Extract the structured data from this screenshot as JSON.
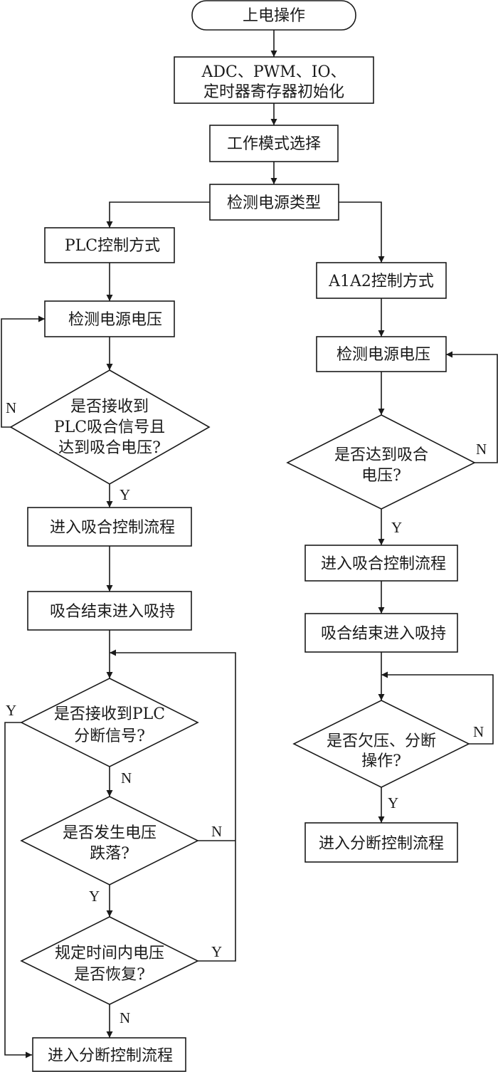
{
  "title": "上电操作流程图",
  "colors": {
    "stroke": "#1a1a1a",
    "background": "#ffffff"
  },
  "nodes": {
    "start": {
      "type": "terminator",
      "lines": [
        "上电操作"
      ]
    },
    "init": {
      "type": "process",
      "lines": [
        "ADC、PWM、IO、",
        "定时器寄存器初始化"
      ]
    },
    "mode_select": {
      "type": "process",
      "lines": [
        "工作模式选择"
      ]
    },
    "detect_power_type": {
      "type": "process",
      "lines": [
        "检测电源类型"
      ]
    },
    "plc_mode": {
      "type": "process",
      "lines": [
        "PLC控制方式"
      ]
    },
    "plc_detect_voltage": {
      "type": "process",
      "lines": [
        "检测电源电压"
      ]
    },
    "plc_pickup_decision": {
      "type": "decision",
      "lines": [
        "是否接收到",
        "PLC吸合信号且",
        "达到吸合电压?"
      ]
    },
    "plc_pickup_flow": {
      "type": "process",
      "lines": [
        "进入吸合控制流程"
      ]
    },
    "plc_hold": {
      "type": "process",
      "lines": [
        "吸合结束进入吸持"
      ]
    },
    "plc_break_signal_decision": {
      "type": "decision",
      "lines": [
        "是否接收到PLC",
        "分断信号?"
      ]
    },
    "voltage_drop_decision": {
      "type": "decision",
      "lines": [
        "是否发生电压",
        "跌落?"
      ]
    },
    "voltage_recover_decision": {
      "type": "decision",
      "lines": [
        "规定时间内电压",
        "是否恢复?"
      ]
    },
    "plc_break_flow": {
      "type": "process",
      "lines": [
        "进入分断控制流程"
      ]
    },
    "a1a2_mode": {
      "type": "process",
      "lines": [
        "A1A2控制方式"
      ]
    },
    "a1a2_detect_voltage": {
      "type": "process",
      "lines": [
        "检测电源电压"
      ]
    },
    "a1a2_pickup_decision": {
      "type": "decision",
      "lines": [
        "是否达到吸合",
        "电压?"
      ]
    },
    "a1a2_pickup_flow": {
      "type": "process",
      "lines": [
        "进入吸合控制流程"
      ]
    },
    "a1a2_hold": {
      "type": "process",
      "lines": [
        "吸合结束进入吸持"
      ]
    },
    "a1a2_break_decision": {
      "type": "decision",
      "lines": [
        "是否欠压、分断",
        "操作?"
      ]
    },
    "a1a2_break_flow": {
      "type": "process",
      "lines": [
        "进入分断控制流程"
      ]
    }
  },
  "edges": [
    {
      "from": "start",
      "to": "init",
      "label": ""
    },
    {
      "from": "init",
      "to": "mode_select",
      "label": ""
    },
    {
      "from": "mode_select",
      "to": "detect_power_type",
      "label": ""
    },
    {
      "from": "detect_power_type",
      "to": "plc_mode",
      "label": ""
    },
    {
      "from": "detect_power_type",
      "to": "a1a2_mode",
      "label": ""
    },
    {
      "from": "plc_mode",
      "to": "plc_detect_voltage",
      "label": ""
    },
    {
      "from": "plc_detect_voltage",
      "to": "plc_pickup_decision",
      "label": ""
    },
    {
      "from": "plc_pickup_decision",
      "to": "plc_detect_voltage",
      "label": "N"
    },
    {
      "from": "plc_pickup_decision",
      "to": "plc_pickup_flow",
      "label": "Y"
    },
    {
      "from": "plc_pickup_flow",
      "to": "plc_hold",
      "label": ""
    },
    {
      "from": "plc_hold",
      "to": "plc_break_signal_decision",
      "label": ""
    },
    {
      "from": "plc_break_signal_decision",
      "to": "plc_break_flow",
      "label": "Y"
    },
    {
      "from": "plc_break_signal_decision",
      "to": "voltage_drop_decision",
      "label": "N"
    },
    {
      "from": "voltage_drop_decision",
      "to": "plc_break_signal_decision",
      "label": "N"
    },
    {
      "from": "voltage_drop_decision",
      "to": "voltage_recover_decision",
      "label": "Y"
    },
    {
      "from": "voltage_recover_decision",
      "to": "plc_break_signal_decision",
      "label": "Y"
    },
    {
      "from": "voltage_recover_decision",
      "to": "plc_break_flow",
      "label": "N"
    },
    {
      "from": "a1a2_mode",
      "to": "a1a2_detect_voltage",
      "label": ""
    },
    {
      "from": "a1a2_detect_voltage",
      "to": "a1a2_pickup_decision",
      "label": ""
    },
    {
      "from": "a1a2_pickup_decision",
      "to": "a1a2_detect_voltage",
      "label": "N"
    },
    {
      "from": "a1a2_pickup_decision",
      "to": "a1a2_pickup_flow",
      "label": "Y"
    },
    {
      "from": "a1a2_pickup_flow",
      "to": "a1a2_hold",
      "label": ""
    },
    {
      "from": "a1a2_hold",
      "to": "a1a2_break_decision",
      "label": ""
    },
    {
      "from": "a1a2_break_decision",
      "to": "a1a2_break_decision",
      "label": "N"
    },
    {
      "from": "a1a2_break_decision",
      "to": "a1a2_break_flow",
      "label": "Y"
    }
  ],
  "branch_labels": {
    "yes": "Y",
    "no": "N"
  }
}
